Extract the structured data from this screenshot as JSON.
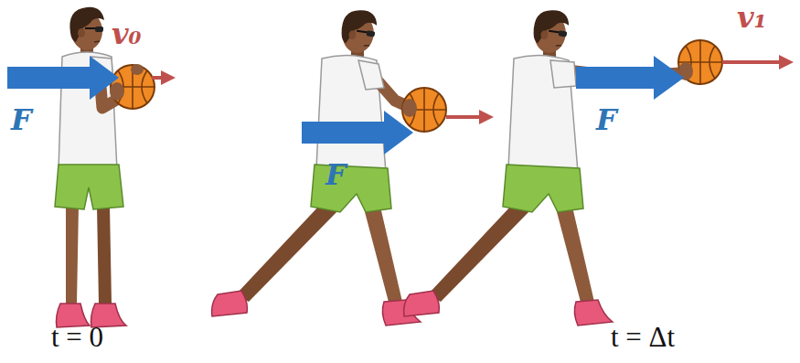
{
  "diagram": {
    "labels": [
      "v₀",
      "v₁",
      "F",
      "F",
      "F",
      "t = 0",
      "t = Δt"
    ]
  }
}
